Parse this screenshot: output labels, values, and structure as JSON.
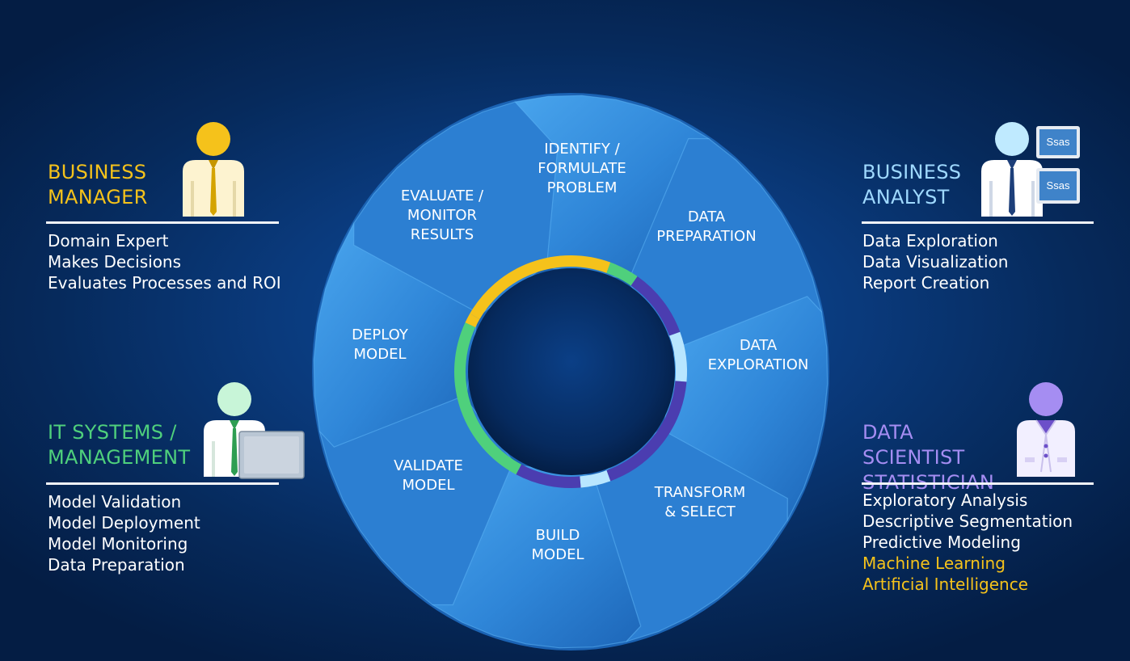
{
  "colors": {
    "business_manager": "#f5c21b",
    "business_analyst": "#9fd9ff",
    "it_systems": "#4fd07c",
    "data_scientist": "#a58df2",
    "highlight": "#f5c21b"
  },
  "roles": {
    "business_manager": {
      "title": [
        "BUSINESS",
        "MANAGER"
      ],
      "icon": "manager-person-icon",
      "items": [
        "Domain Expert",
        "Makes Decisions",
        "Evaluates Processes and ROI"
      ]
    },
    "business_analyst": {
      "title": [
        "BUSINESS",
        "ANALYST"
      ],
      "icon": "analyst-person-icon",
      "badges": [
        "Ssas",
        "Ssas"
      ],
      "items": [
        "Data Exploration",
        "Data Visualization",
        "Report Creation"
      ]
    },
    "it_systems": {
      "title": [
        "IT SYSTEMS /",
        "MANAGEMENT"
      ],
      "icon": "it-person-laptop-icon",
      "items": [
        "Model Validation",
        "Model Deployment",
        "Model Monitoring",
        "Data Preparation"
      ]
    },
    "data_scientist": {
      "title": [
        "DATA SCIENTIST",
        "STATISTICIAN"
      ],
      "icon": "scientist-person-icon",
      "items": [
        "Exploratory Analysis",
        "Descriptive Segmentation",
        "Predictive Modeling"
      ],
      "highlight_items": [
        "Machine Learning",
        "Artificial Intelligence"
      ]
    }
  },
  "cycle": {
    "steps": [
      [
        "IDENTIFY /",
        "FORMULATE",
        "PROBLEM"
      ],
      [
        "DATA",
        "PREPARATION"
      ],
      [
        "DATA",
        "EXPLORATION"
      ],
      [
        "TRANSFORM",
        "& SELECT"
      ],
      [
        "BUILD",
        "MODEL"
      ],
      [
        "VALIDATE",
        "MODEL"
      ],
      [
        "DEPLOY",
        "MODEL"
      ],
      [
        "EVALUATE /",
        "MONITOR",
        "RESULTS"
      ]
    ]
  }
}
